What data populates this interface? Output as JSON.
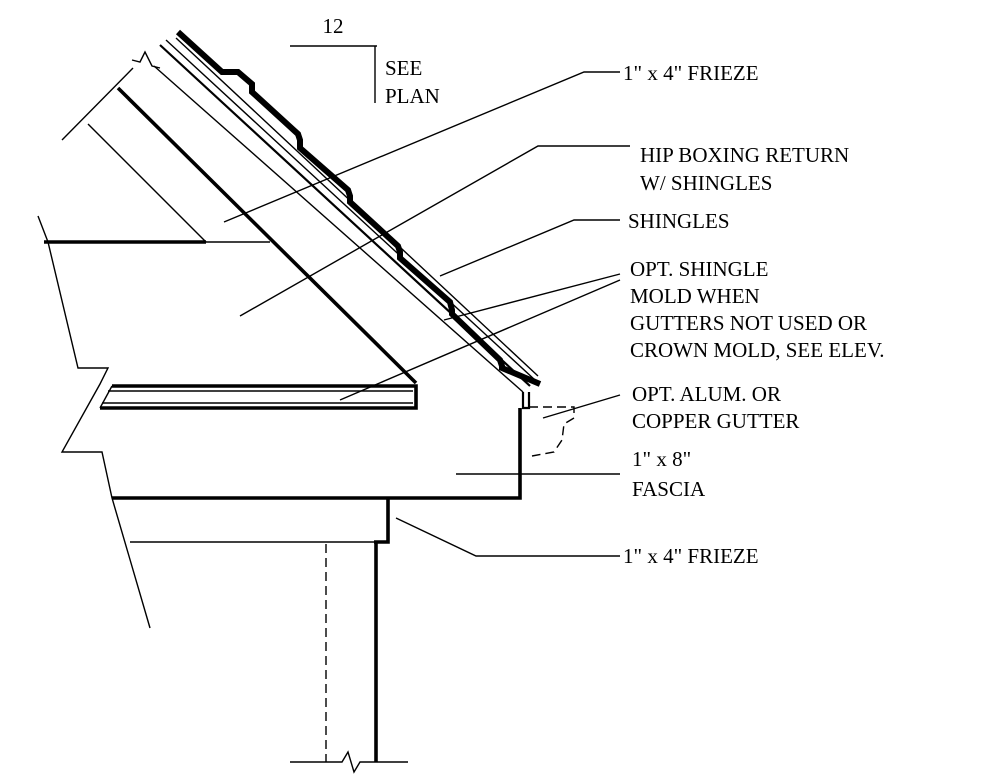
{
  "pitch": {
    "rise": "12",
    "note_lines": [
      "SEE",
      "PLAN"
    ]
  },
  "labels": {
    "frieze_top": "1\" x 4\" FRIEZE",
    "hip_boxing": [
      "HIP BOXING RETURN",
      "W/ SHINGLES"
    ],
    "shingles": "SHINGLES",
    "shingle_mold": [
      "OPT. SHINGLE",
      "MOLD WHEN",
      "GUTTERS NOT USED OR",
      "CROWN MOLD, SEE ELEV."
    ],
    "gutter": [
      "OPT. ALUM. OR",
      "COPPER GUTTER"
    ],
    "fascia": [
      "1\" x 8\"",
      "FASCIA"
    ],
    "frieze_bottom": "1\" x 4\" FRIEZE"
  },
  "colors": {
    "line": "#000000",
    "background": "#ffffff"
  }
}
